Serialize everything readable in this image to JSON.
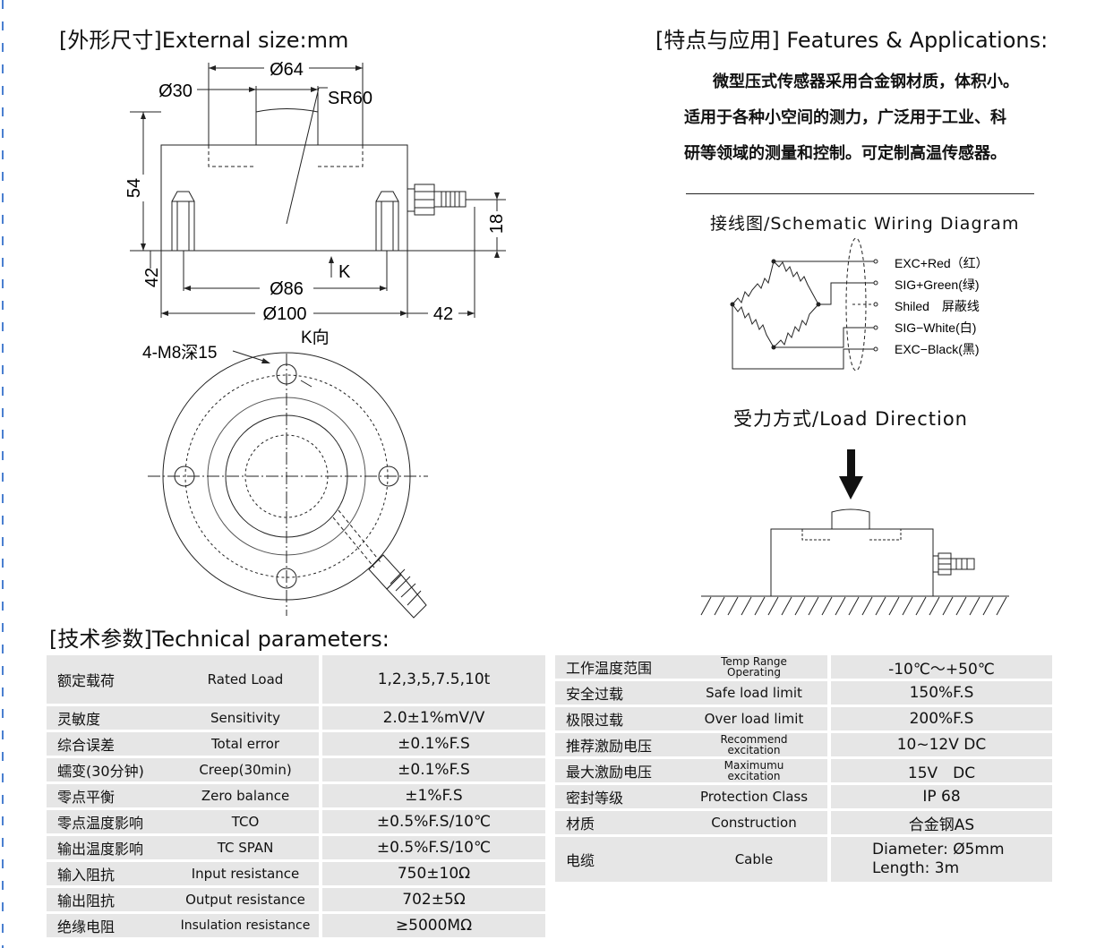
{
  "external_size": {
    "title_cn": "[外形尺寸]",
    "title_en": "External size",
    "unit": ":mm",
    "dims": {
      "d64": "Ø64",
      "d30": "Ø30",
      "sr60": "SR60",
      "h54": "54",
      "h18": "18",
      "h42": "42",
      "k": "K",
      "d86": "Ø86",
      "d100": "Ø100",
      "w42": "42",
      "k_dir": "K向",
      "holes": "4-M8深15"
    }
  },
  "features": {
    "title": "[特点与应用] Features & Applications:",
    "lines": [
      "微型压式传感器采用合金钢材质，体积小。",
      "适用于各种小空间的测力，广泛用于工业、科",
      "研等领域的测量和控制。可定制高温传感器。"
    ]
  },
  "wiring": {
    "title": "接线图/Schematic Wiring Diagram",
    "labels": [
      "EXC+Red（红）",
      "SIG+Green(绿)",
      "Shiled　屏蔽线",
      "SIG−White(白)",
      "EXC−Black(黑)"
    ]
  },
  "load": {
    "title": "受力方式/Load Direction"
  },
  "tech": {
    "title_cn": "[技术参数]",
    "title_en": "Technical parameters:",
    "left": [
      {
        "cn": "额定载荷",
        "en": "Rated Load",
        "val": "1,2,3,5,7.5,10t"
      },
      {
        "cn": "灵敏度",
        "en": "Sensitivity",
        "val": "2.0±1%mV/V"
      },
      {
        "cn": "综合误差",
        "en": "Total error",
        "val": "±0.1%F.S"
      },
      {
        "cn": "蠕变(30分钟)",
        "en": "Creep(30min)",
        "val": "±0.1%F.S"
      },
      {
        "cn": "零点平衡",
        "en": "Zero balance",
        "val": "±1%F.S"
      },
      {
        "cn": "零点温度影响",
        "en": "TCO",
        "val": "±0.5%F.S/10℃"
      },
      {
        "cn": "输出温度影响",
        "en": "TC SPAN",
        "val": "±0.5%F.S/10℃"
      },
      {
        "cn": "输入阻抗",
        "en": "Input resistance",
        "val": "750±10Ω"
      },
      {
        "cn": "输出阻抗",
        "en": "Output resistance",
        "val": "702±5Ω"
      },
      {
        "cn": "绝缘电阻",
        "en": "Insulation resistance",
        "val": "≥5000MΩ"
      }
    ],
    "right": [
      {
        "cn": "工作温度范围",
        "en": "Temp Range Operating",
        "val": "-10℃～+50℃"
      },
      {
        "cn": "安全过载",
        "en": "Safe load limit",
        "val": "150%F.S"
      },
      {
        "cn": "极限过载",
        "en": "Over load limit",
        "val": "200%F.S"
      },
      {
        "cn": "推荐激励电压",
        "en": "Recommend excitation",
        "val": "10~12V DC"
      },
      {
        "cn": "最大激励电压",
        "en": "Maximumu excitation",
        "val": "15V　DC"
      },
      {
        "cn": "密封等级",
        "en": "Protection Class",
        "val": "IP 68"
      },
      {
        "cn": "材质",
        "en": "Construction",
        "val": "合金钢AS"
      },
      {
        "cn": "电缆",
        "en": "Cable",
        "val1": "Diameter: Ø5mm",
        "val2": "Length: 3m"
      }
    ]
  }
}
